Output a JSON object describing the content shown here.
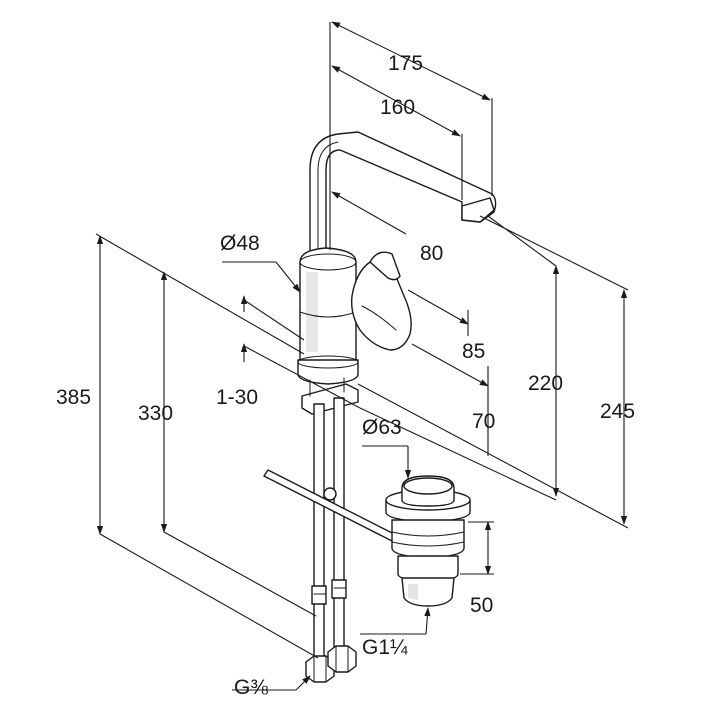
{
  "labels": {
    "dim_175": "175",
    "dim_160": "160",
    "dim_48": "Ø48",
    "dim_80": "80",
    "dim_85": "85",
    "dim_385": "385",
    "dim_330": "330",
    "dim_1_30": "1-30",
    "dim_220": "220",
    "dim_245": "245",
    "dim_70": "70",
    "dim_63": "Ø63",
    "dim_50": "50",
    "thread_g1": "G1",
    "thread_g1_frac": "¼",
    "thread_g": "G",
    "thread_g_frac": "⅜"
  },
  "colors": {
    "line": "#1a1a1a",
    "shade": "#d9d9d9",
    "background": "#ffffff"
  }
}
